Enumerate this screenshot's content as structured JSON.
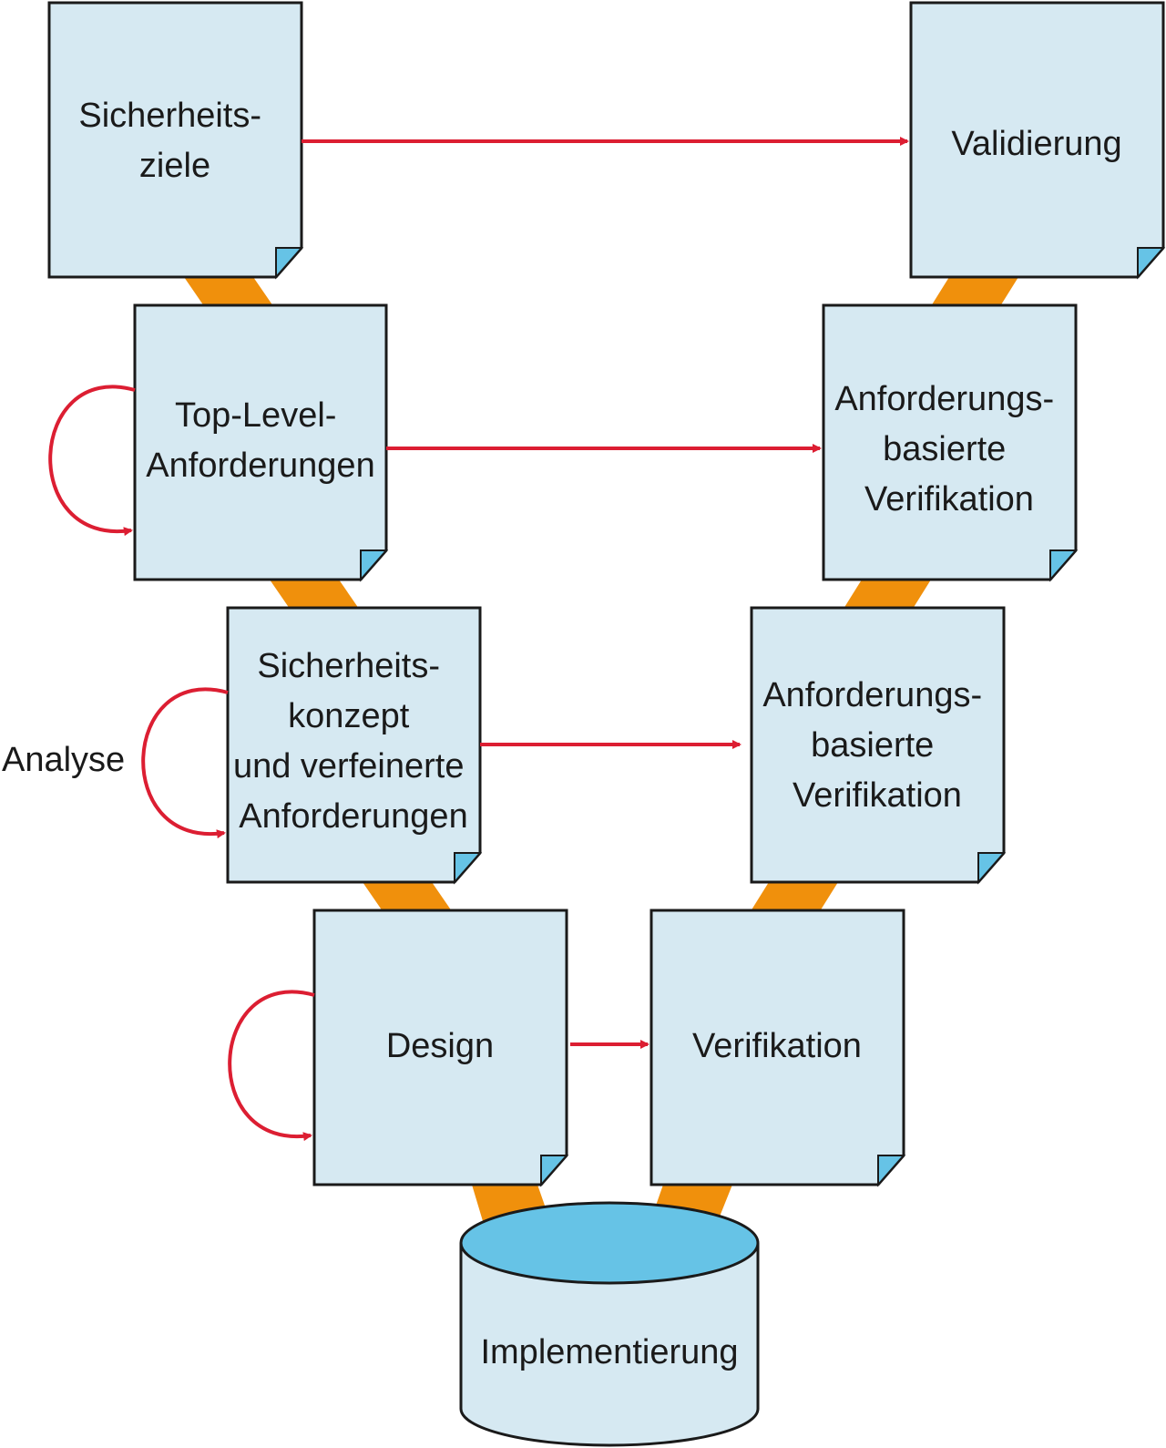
{
  "colors": {
    "box_fill": "#d6e9f2",
    "box_stroke": "#1a1a1a",
    "fold_fill": "#66c3e6",
    "connector": "#f0900c",
    "arrow": "#dc1e32",
    "cylinder_top": "#66c3e6"
  },
  "left": {
    "sicherheitsziele": [
      "Sicherheits-",
      "ziele"
    ],
    "top_level": [
      "Top-Level-",
      "Anforderungen"
    ],
    "sicherheitskonzept": [
      "Sicherheits-",
      "konzept",
      "und verfeinerte",
      "Anforderungen"
    ],
    "design": [
      "Design"
    ]
  },
  "right": {
    "validierung": [
      "Validierung"
    ],
    "verifikation_1": [
      "Anforderungs-",
      "basierte",
      "Verifikation"
    ],
    "verifikation_2": [
      "Anforderungs-",
      "basierte",
      "Verifikation"
    ],
    "verifikation_3": [
      "Verifikation"
    ]
  },
  "implementierung": "Implementierung",
  "analyse_label": "Analyse"
}
